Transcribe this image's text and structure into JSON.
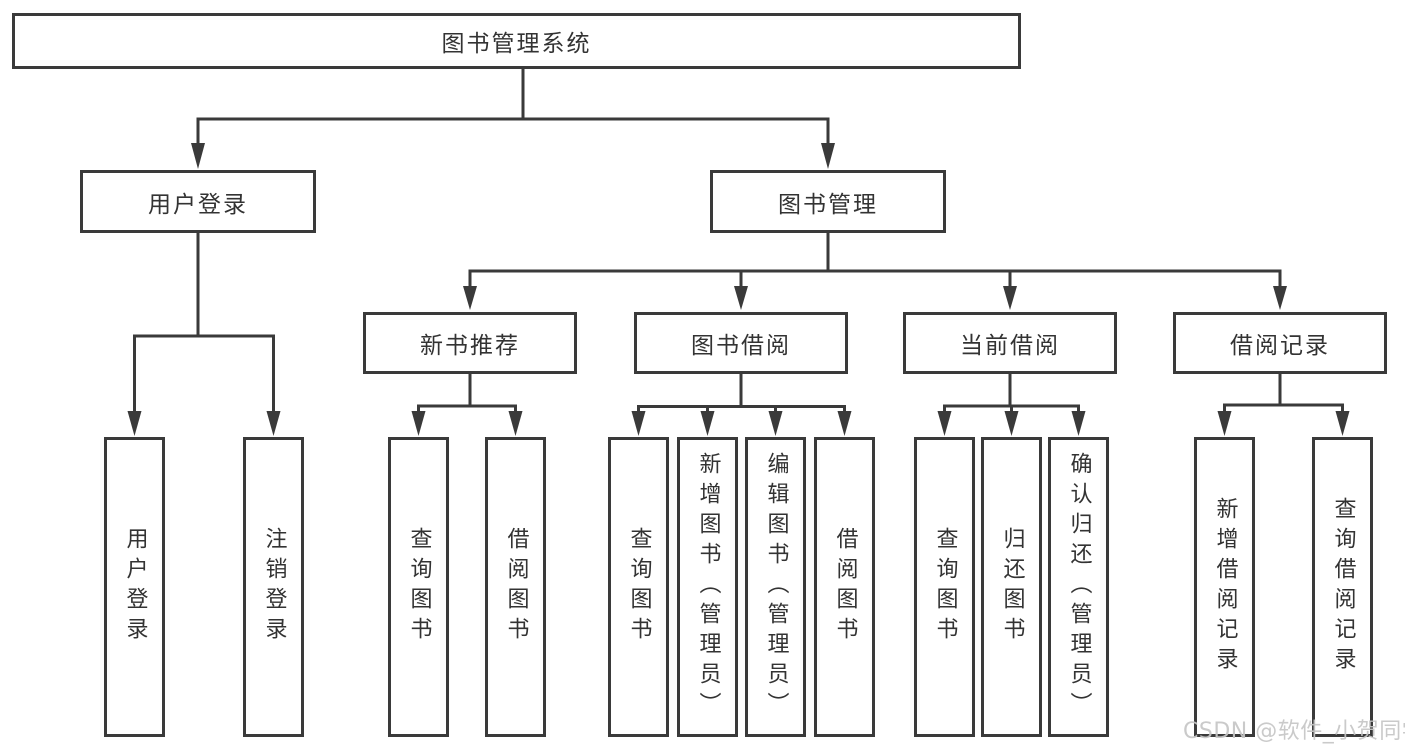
{
  "tree": {
    "root": {
      "label": "图书管理系统"
    },
    "branches": [
      {
        "label": "用户登录",
        "children": [
          {
            "label": "用户登录"
          },
          {
            "label": "注销登录"
          }
        ]
      },
      {
        "label": "图书管理",
        "children": [
          {
            "label": "新书推荐",
            "children": [
              {
                "label": "查询图书"
              },
              {
                "label": "借阅图书"
              }
            ]
          },
          {
            "label": "图书借阅",
            "children": [
              {
                "label": "查询图书"
              },
              {
                "label": "新增图书（管理员）"
              },
              {
                "label": "编辑图书（管理员）"
              },
              {
                "label": "借阅图书"
              }
            ]
          },
          {
            "label": "当前借阅",
            "children": [
              {
                "label": "查询图书"
              },
              {
                "label": "归还图书"
              },
              {
                "label": "确认归还（管理员）"
              }
            ]
          },
          {
            "label": "借阅记录",
            "children": [
              {
                "label": "新增借阅记录"
              },
              {
                "label": "查询借阅记录"
              }
            ]
          }
        ]
      }
    ]
  },
  "watermark": "CSDN @软件_小贺同学",
  "colors": {
    "line": "#3a3a3a",
    "ink": "#333333",
    "paper": "#ffffff",
    "watermark": "#c6c6c6"
  }
}
